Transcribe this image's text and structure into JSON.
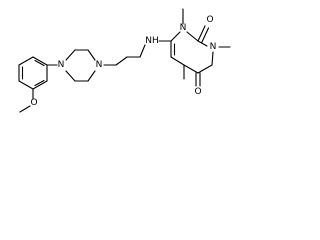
{
  "structure": {
    "atoms": {
      "n_left": "N",
      "n_right": "N",
      "o_methoxy": "O",
      "nh": "NH",
      "n_ring_top": "N",
      "n_ring_right": "N",
      "o_top": "O",
      "o_bottom": "O"
    }
  }
}
